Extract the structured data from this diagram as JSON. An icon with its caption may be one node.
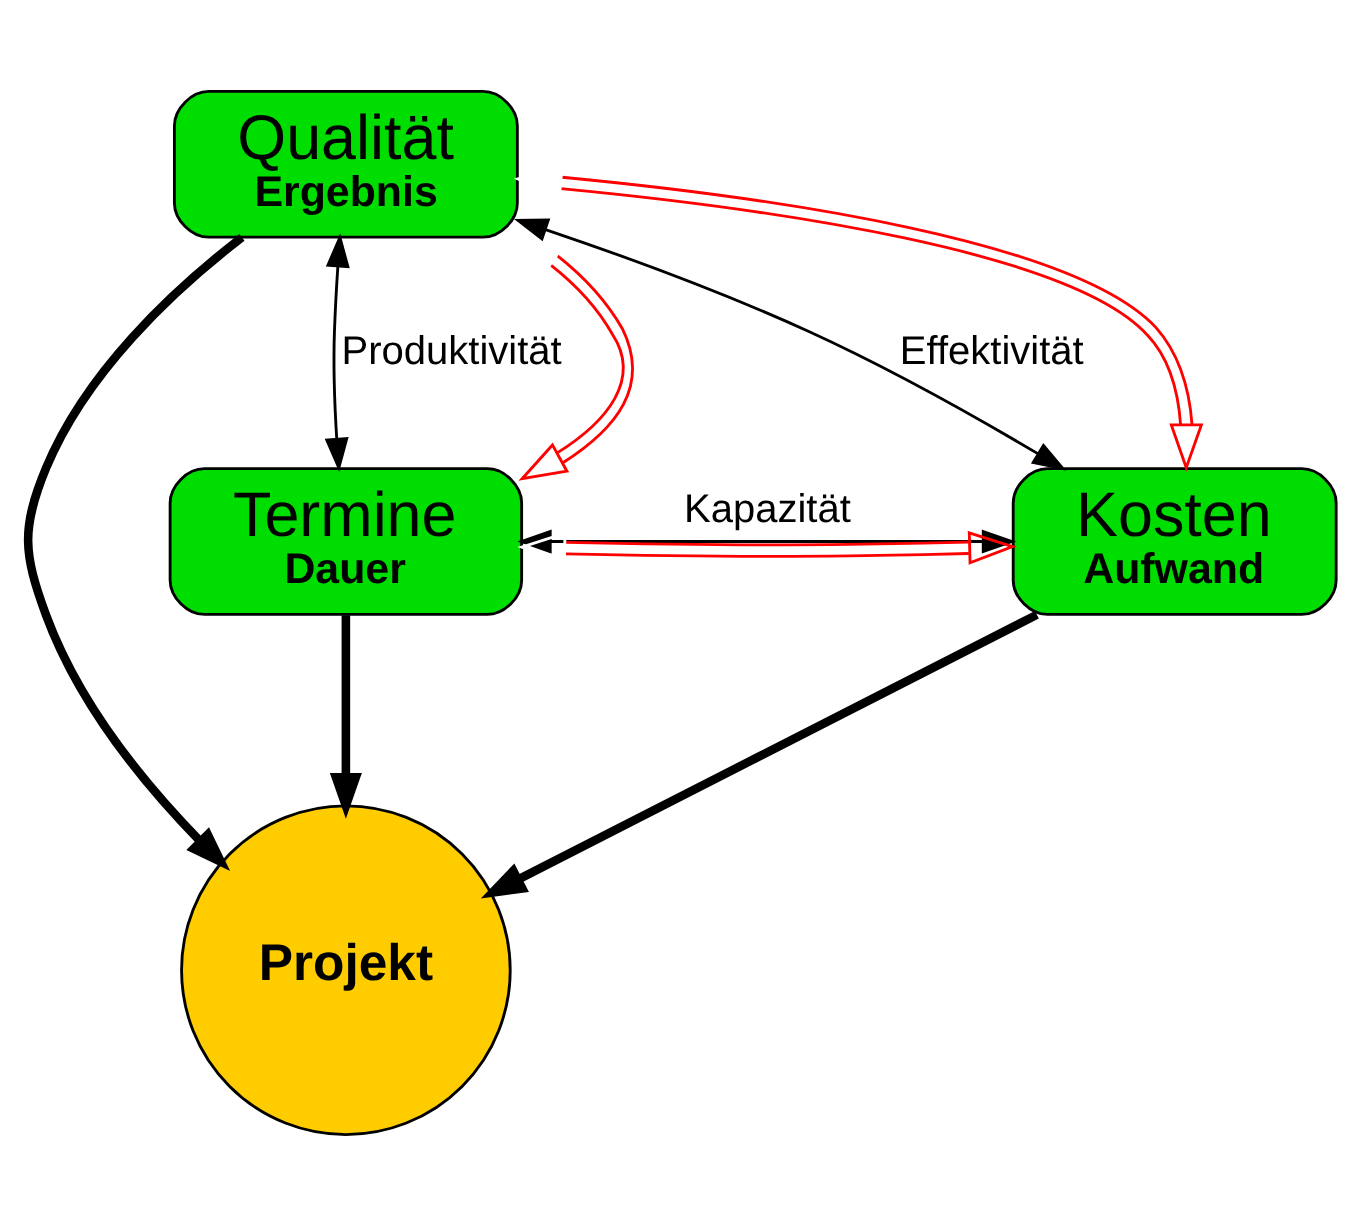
{
  "diagram": {
    "nodes": [
      {
        "text": [
          "Qualität",
          "Ergebnis"
        ]
      },
      {
        "text": [
          "Projekt"
        ]
      },
      {
        "text": [
          "Termine",
          "Dauer"
        ]
      },
      {
        "text": [
          "Kosten",
          "Aufwand"
        ]
      }
    ],
    "edges": [
      {
        "from": 0,
        "to": 1,
        "arrow": "to",
        "style": "thick"
      },
      {
        "from": 2,
        "to": 1,
        "arrow": "to",
        "style": "thick"
      },
      {
        "from": 3,
        "to": 1,
        "arrow": "to",
        "style": "thick"
      },
      {
        "from": 0,
        "to": 2,
        "arrow": "both",
        "label": "Produktivität"
      },
      {
        "from": 0,
        "to": 3,
        "arrow": "both",
        "label": "Effektivität"
      },
      {
        "from": 2,
        "to": 3,
        "arrow": "both",
        "label": "Kapazität"
      },
      {
        "from": 0,
        "to": 2,
        "arrow": "both",
        "color": "#ff0000"
      },
      {
        "from": 0,
        "to": 3,
        "arrow": "both",
        "color": "#ff0000"
      },
      {
        "from": 2,
        "to": 3,
        "arrow": "both",
        "color": "#ff0000"
      }
    ]
  }
}
